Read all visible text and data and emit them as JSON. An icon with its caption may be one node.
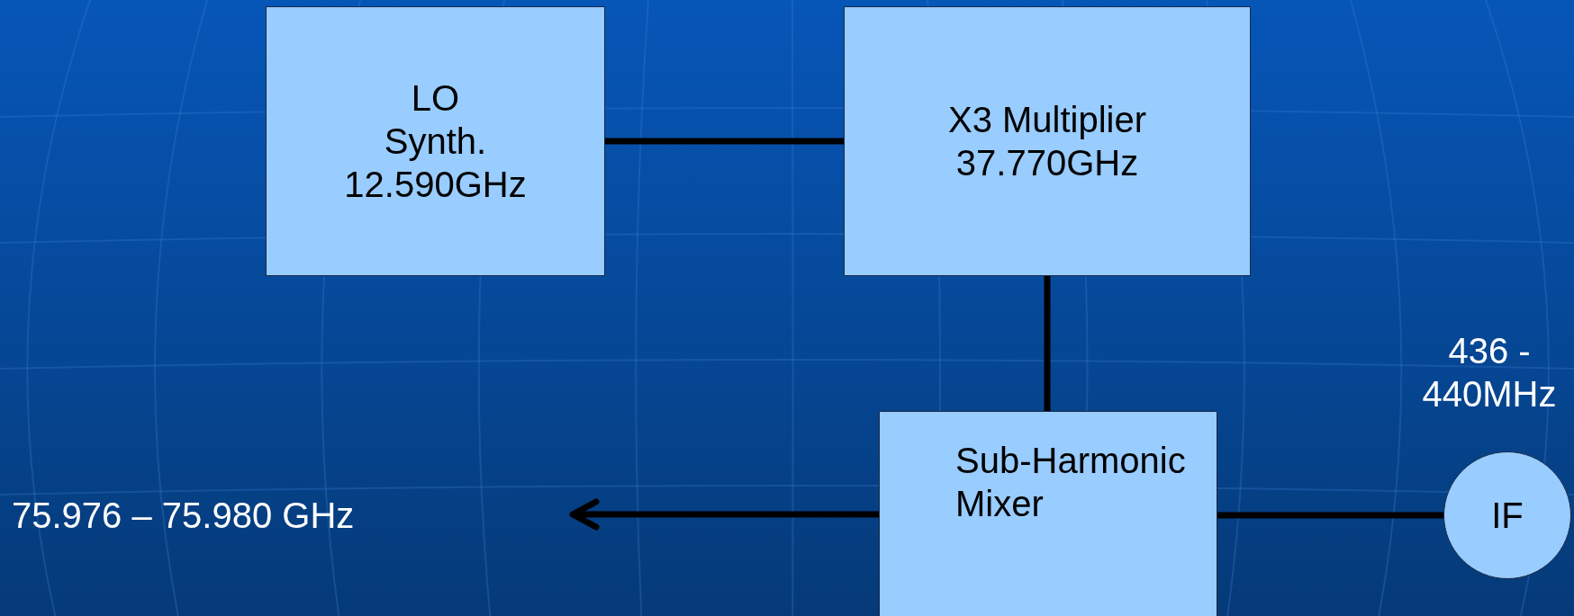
{
  "diagram": {
    "nodes": [
      {
        "text": [
          "LO",
          "Synth.",
          "12.590GHz"
        ]
      },
      {
        "text": [
          "X3 Multiplier",
          "37.770GHz"
        ]
      },
      {
        "text": [
          "Sub-Harmonic Mixer"
        ]
      },
      {
        "text": [
          "IF"
        ],
        "beside": [
          "436 - 440MHz"
        ]
      }
    ],
    "edges": [
      {
        "from": 0,
        "to": 1,
        "arrow": "none"
      },
      {
        "from": 1,
        "to": 2,
        "arrow": "none"
      },
      {
        "from": 2,
        "to": null,
        "arrow": "to"
      },
      {
        "from": 3,
        "to": 2,
        "arrow": "none"
      }
    ],
    "labels": [
      "75.976 – 75.980 GHz"
    ]
  }
}
